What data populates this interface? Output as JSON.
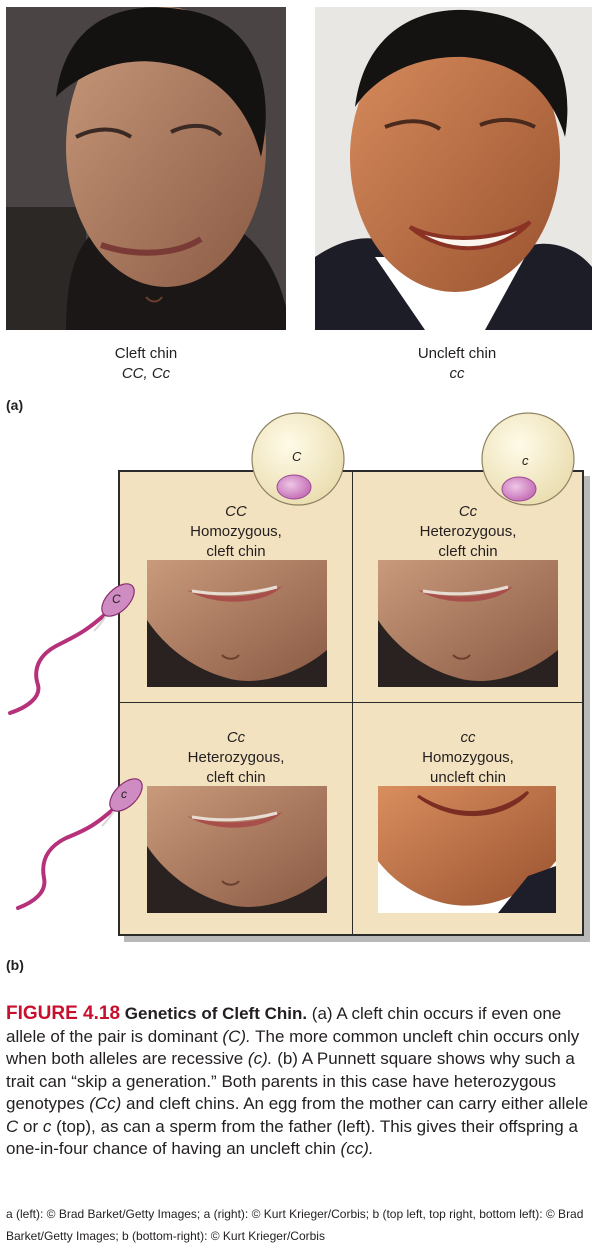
{
  "photos_a": {
    "left_caption": {
      "trait": "Cleft chin",
      "genotype": "CC, Cc"
    },
    "right_caption": {
      "trait": "Uncleft chin",
      "genotype": "cc"
    },
    "label": "(a)"
  },
  "punnett": {
    "eggs": [
      "C",
      "c"
    ],
    "sperm": [
      "C",
      "c"
    ],
    "cells": [
      {
        "genotype": "CC",
        "line1": "Homozygous,",
        "line2": "cleft chin"
      },
      {
        "genotype": "Cc",
        "line1": "Heterozygous,",
        "line2": "cleft chin"
      },
      {
        "genotype": "Cc",
        "line1": "Heterozygous,",
        "line2": "cleft chin"
      },
      {
        "genotype": "cc",
        "line1": "Homozygous,",
        "line2": "uncleft chin"
      }
    ],
    "label": "(b)"
  },
  "figure": {
    "number": "FIGURE 4.18",
    "title": "Genetics of Cleft Chin.",
    "seg1": " (a) A cleft chin occurs if even one allele of the pair is dominant ",
    "i1": "(C).",
    "seg2": " The more common uncleft chin occurs only when both alleles are recessive ",
    "i2": "(c).",
    "seg3": " (b) A Punnett square shows why such a trait can “skip a generation.” Both parents in this case have heterozygous genotypes ",
    "i3": "(Cc)",
    "seg4": " and cleft chins. An egg from the mother can carry either allele ",
    "i4": "C",
    "seg5": " or ",
    "i5": "c",
    "seg6": " (top), as can a sperm from the father (left). This gives their offspring a one-in-four chance of having an uncleft chin ",
    "i6": "(cc).",
    "credits": "a (left): © Brad Barket/Getty Images; a (right): © Kurt Krieger/Corbis; b (top left, top right, bottom left): © Brad Barket/Getty Images; b (bottom-right): © Kurt Krieger/Corbis"
  },
  "colors": {
    "cell_bg": "#f3e2bf",
    "figure_number": "#c8102e",
    "sperm": "#b5317a",
    "nucleus": "#c96bbb"
  }
}
